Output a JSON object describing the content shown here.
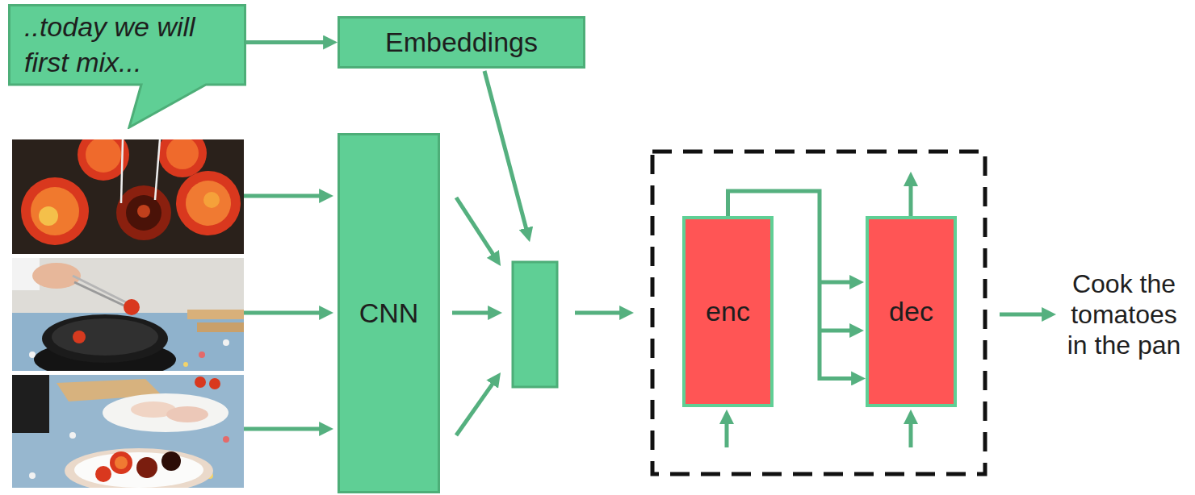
{
  "diagram": {
    "nodes": [
      {
        "text": [
          "..today we will first mix..."
        ]
      },
      {
        "text": [
          "Embeddings"
        ]
      },
      {
        "text": [
          "CNN"
        ]
      },
      {
        "text": [
          "enc"
        ]
      },
      {
        "text": [
          "dec"
        ]
      }
    ],
    "edges": [
      {
        "from": 0,
        "to": 1,
        "arrow": "to"
      },
      {
        "from": 3,
        "to": 4,
        "arrow": "to"
      }
    ],
    "labels": [
      "Cook the tomatoes in the pan"
    ]
  }
}
